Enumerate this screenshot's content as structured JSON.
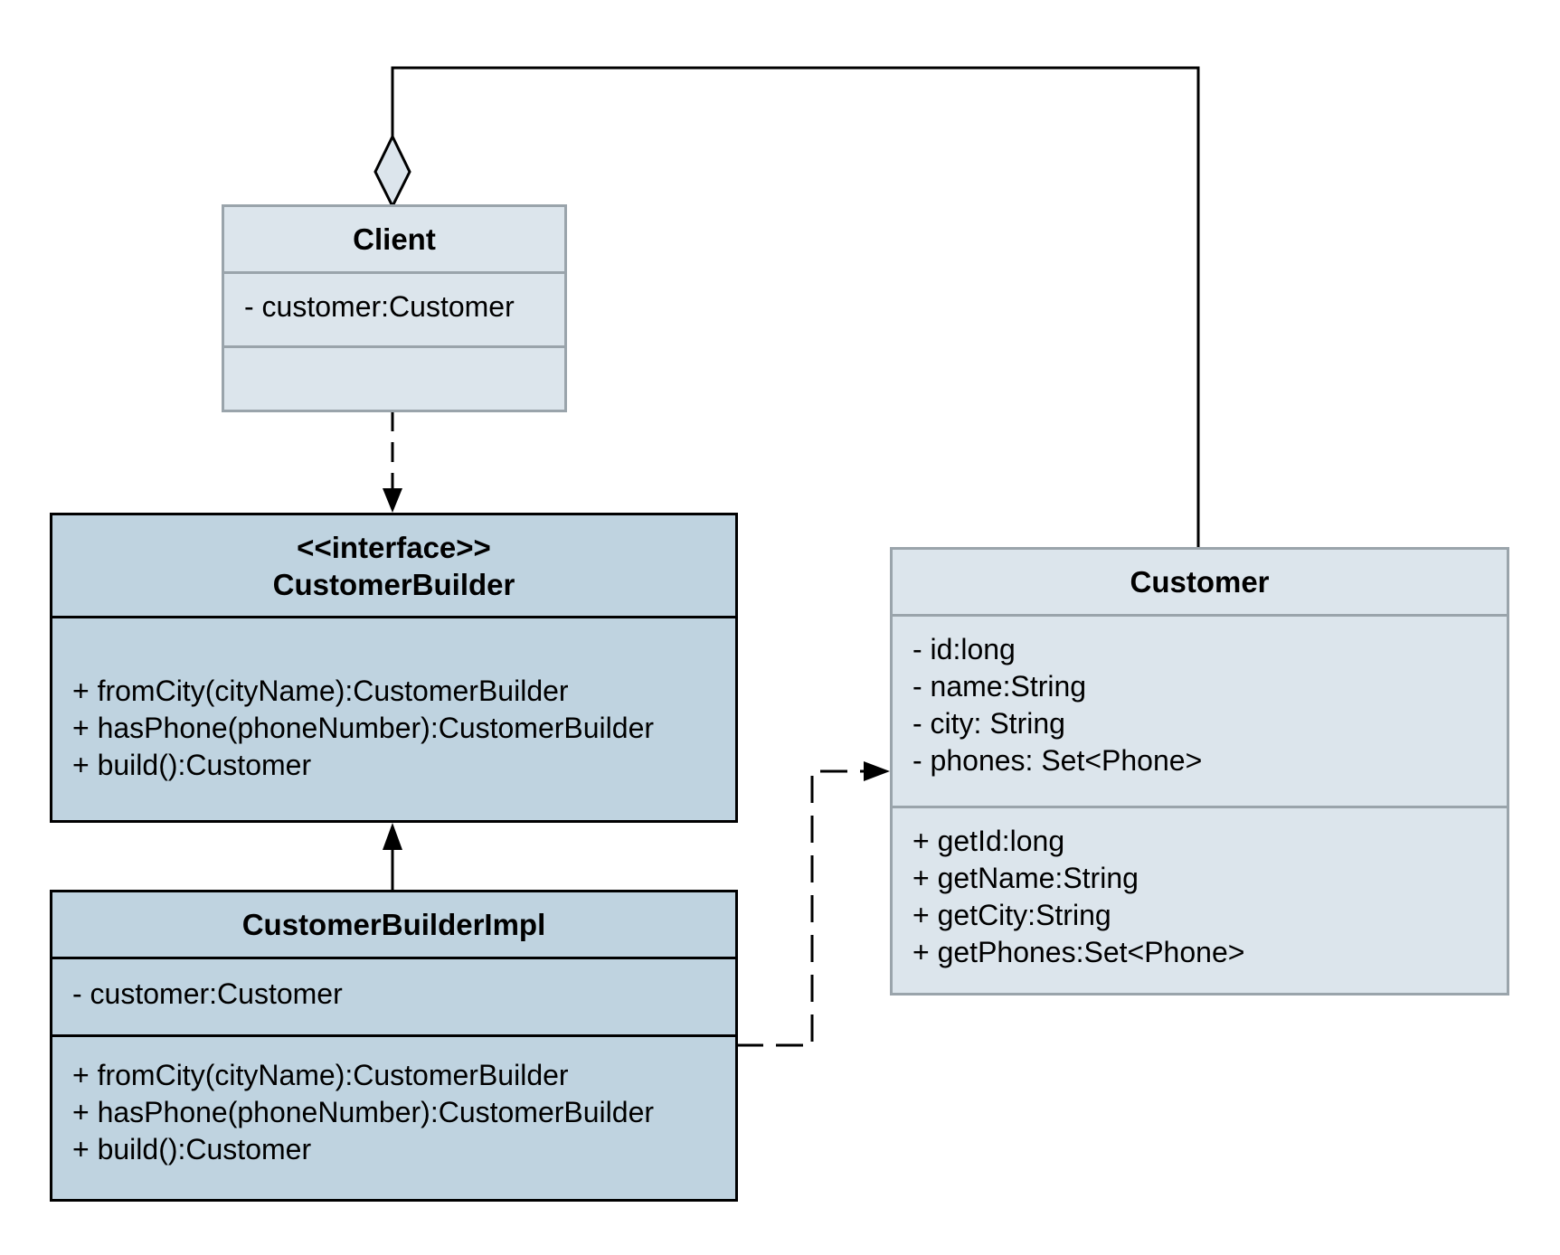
{
  "diagram": {
    "classes": {
      "client": {
        "name": "Client",
        "attributes": [
          "- customer:Customer"
        ],
        "methods": []
      },
      "customer_builder": {
        "stereotype": "<<interface>>",
        "name": "CustomerBuilder",
        "attributes": [],
        "methods": [
          "+ fromCity(cityName):CustomerBuilder",
          "+ hasPhone(phoneNumber):CustomerBuilder",
          "+ build():Customer"
        ]
      },
      "customer_builder_impl": {
        "name": "CustomerBuilderImpl",
        "attributes": [
          "- customer:Customer"
        ],
        "methods": [
          "+ fromCity(cityName):CustomerBuilder",
          "+ hasPhone(phoneNumber):CustomerBuilder",
          "+ build():Customer"
        ]
      },
      "customer": {
        "name": "Customer",
        "attributes": [
          "- id:long",
          "- name:String",
          "- city: String",
          "- phones: Set<Phone>"
        ],
        "methods": [
          "+ getId:long",
          "+ getName:String",
          "+ getCity:String",
          "+ getPhones:Set<Phone>"
        ]
      }
    },
    "relations": [
      {
        "type": "aggregation",
        "from": "Client",
        "to": "Customer"
      },
      {
        "type": "dependency",
        "from": "Client",
        "to": "CustomerBuilder"
      },
      {
        "type": "realization",
        "from": "CustomerBuilderImpl",
        "to": "CustomerBuilder"
      },
      {
        "type": "dependency",
        "from": "CustomerBuilderImpl",
        "to": "Customer"
      }
    ],
    "colors": {
      "light_fill": "#dce5ec",
      "light_border": "#9aa4ab",
      "dark_fill": "#bfd3e0",
      "dark_border": "#000000",
      "line": "#000000"
    }
  }
}
